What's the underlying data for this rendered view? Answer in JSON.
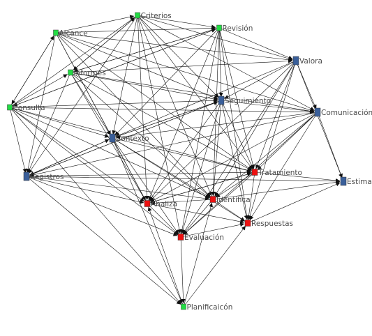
{
  "colors": {
    "green": "#22dd44",
    "blue": "#3a5f9a",
    "red": "#ee1111"
  },
  "nodes": [
    {
      "id": "criterios",
      "label": "Criterios",
      "color": "green"
    },
    {
      "id": "alcance",
      "label": "Alcance",
      "color": "green"
    },
    {
      "id": "revision",
      "label": "Revisión",
      "color": "green"
    },
    {
      "id": "informes",
      "label": "Informes",
      "color": "green"
    },
    {
      "id": "consulta",
      "label": "Consulta",
      "color": "green"
    },
    {
      "id": "valora",
      "label": "Valora",
      "color": "blue"
    },
    {
      "id": "seguimiento",
      "label": "Seguimiento",
      "color": "blue"
    },
    {
      "id": "comunicacion",
      "label": "Comunicación",
      "color": "blue"
    },
    {
      "id": "contexto",
      "label": "Contexto",
      "color": "blue"
    },
    {
      "id": "registros",
      "label": "Registros",
      "color": "blue"
    },
    {
      "id": "estima",
      "label": "Estima",
      "color": "blue"
    },
    {
      "id": "tratamiento",
      "label": "Tratamiento",
      "color": "red"
    },
    {
      "id": "analiza",
      "label": "Analiza",
      "color": "red"
    },
    {
      "id": "identifica",
      "label": "Identifica",
      "color": "red"
    },
    {
      "id": "respuestas",
      "label": "Respuestas",
      "color": "red"
    },
    {
      "id": "evaluacion",
      "label": "Evaluación",
      "color": "red"
    },
    {
      "id": "planificaicon",
      "label": "Planificaicón",
      "color": "green"
    }
  ],
  "edges": [
    [
      "alcance",
      "criterios"
    ],
    [
      "alcance",
      "revision"
    ],
    [
      "alcance",
      "valora"
    ],
    [
      "alcance",
      "seguimiento"
    ],
    [
      "alcance",
      "comunicacion"
    ],
    [
      "alcance",
      "contexto"
    ],
    [
      "alcance",
      "tratamiento"
    ],
    [
      "alcance",
      "analiza"
    ],
    [
      "alcance",
      "identifica"
    ],
    [
      "alcance",
      "registros"
    ],
    [
      "alcance",
      "consulta"
    ],
    [
      "criterios",
      "revision"
    ],
    [
      "criterios",
      "valora"
    ],
    [
      "criterios",
      "seguimiento"
    ],
    [
      "criterios",
      "comunicacion"
    ],
    [
      "criterios",
      "contexto"
    ],
    [
      "criterios",
      "tratamiento"
    ],
    [
      "criterios",
      "analiza"
    ],
    [
      "criterios",
      "identifica"
    ],
    [
      "criterios",
      "evaluacion"
    ],
    [
      "criterios",
      "informes"
    ],
    [
      "criterios",
      "registros"
    ],
    [
      "revision",
      "valora"
    ],
    [
      "revision",
      "seguimiento"
    ],
    [
      "revision",
      "tratamiento"
    ],
    [
      "revision",
      "identifica"
    ],
    [
      "revision",
      "analiza"
    ],
    [
      "revision",
      "respuestas"
    ],
    [
      "revision",
      "contexto"
    ],
    [
      "revision",
      "informes"
    ],
    [
      "revision",
      "evaluacion"
    ],
    [
      "revision",
      "consulta"
    ],
    [
      "informes",
      "valora"
    ],
    [
      "informes",
      "seguimiento"
    ],
    [
      "informes",
      "comunicacion"
    ],
    [
      "informes",
      "contexto"
    ],
    [
      "informes",
      "tratamiento"
    ],
    [
      "informes",
      "analiza"
    ],
    [
      "informes",
      "identifica"
    ],
    [
      "informes",
      "registros"
    ],
    [
      "informes",
      "criterios"
    ],
    [
      "informes",
      "revision"
    ],
    [
      "consulta",
      "alcance"
    ],
    [
      "consulta",
      "informes"
    ],
    [
      "consulta",
      "criterios"
    ],
    [
      "consulta",
      "revision"
    ],
    [
      "consulta",
      "seguimiento"
    ],
    [
      "consulta",
      "comunicacion"
    ],
    [
      "consulta",
      "contexto"
    ],
    [
      "consulta",
      "tratamiento"
    ],
    [
      "consulta",
      "analiza"
    ],
    [
      "consulta",
      "identifica"
    ],
    [
      "consulta",
      "registros"
    ],
    [
      "consulta",
      "evaluacion"
    ],
    [
      "consulta",
      "planificaicon"
    ],
    [
      "valora",
      "seguimiento"
    ],
    [
      "valora",
      "comunicacion"
    ],
    [
      "valora",
      "estima"
    ],
    [
      "valora",
      "tratamiento"
    ],
    [
      "valora",
      "identifica"
    ],
    [
      "valora",
      "respuestas"
    ],
    [
      "valora",
      "contexto"
    ],
    [
      "valora",
      "analiza"
    ],
    [
      "valora",
      "evaluacion"
    ],
    [
      "seguimiento",
      "comunicacion"
    ],
    [
      "seguimiento",
      "tratamiento"
    ],
    [
      "seguimiento",
      "identifica"
    ],
    [
      "seguimiento",
      "analiza"
    ],
    [
      "seguimiento",
      "respuestas"
    ],
    [
      "seguimiento",
      "evaluacion"
    ],
    [
      "seguimiento",
      "contexto"
    ],
    [
      "seguimiento",
      "registros"
    ],
    [
      "comunicacion",
      "estima"
    ],
    [
      "comunicacion",
      "tratamiento"
    ],
    [
      "comunicacion",
      "identifica"
    ],
    [
      "comunicacion",
      "respuestas"
    ],
    [
      "comunicacion",
      "contexto"
    ],
    [
      "comunicacion",
      "registros"
    ],
    [
      "comunicacion",
      "analiza"
    ],
    [
      "comunicacion",
      "evaluacion"
    ],
    [
      "contexto",
      "tratamiento"
    ],
    [
      "contexto",
      "identifica"
    ],
    [
      "contexto",
      "analiza"
    ],
    [
      "contexto",
      "evaluacion"
    ],
    [
      "contexto",
      "respuestas"
    ],
    [
      "contexto",
      "seguimiento"
    ],
    [
      "contexto",
      "registros"
    ],
    [
      "contexto",
      "planificaicon"
    ],
    [
      "registros",
      "seguimiento"
    ],
    [
      "registros",
      "contexto"
    ],
    [
      "registros",
      "tratamiento"
    ],
    [
      "registros",
      "analiza"
    ],
    [
      "registros",
      "identifica"
    ],
    [
      "registros",
      "evaluacion"
    ],
    [
      "registros",
      "planificaicon"
    ],
    [
      "registros",
      "estima"
    ],
    [
      "tratamiento",
      "estima"
    ],
    [
      "tratamiento",
      "identifica"
    ],
    [
      "tratamiento",
      "respuestas"
    ],
    [
      "tratamiento",
      "evaluacion"
    ],
    [
      "tratamiento",
      "analiza"
    ],
    [
      "identifica",
      "respuestas"
    ],
    [
      "identifica",
      "evaluacion"
    ],
    [
      "identifica",
      "estima"
    ],
    [
      "identifica",
      "analiza"
    ],
    [
      "analiza",
      "evaluacion"
    ],
    [
      "analiza",
      "respuestas"
    ],
    [
      "analiza",
      "tratamiento"
    ],
    [
      "evaluacion",
      "respuestas"
    ],
    [
      "evaluacion",
      "planificaicon"
    ],
    [
      "planificaicon",
      "respuestas"
    ],
    [
      "planificaicon",
      "analiza"
    ],
    [
      "planificaicon",
      "identifica"
    ],
    [
      "respuestas",
      "estima"
    ]
  ]
}
